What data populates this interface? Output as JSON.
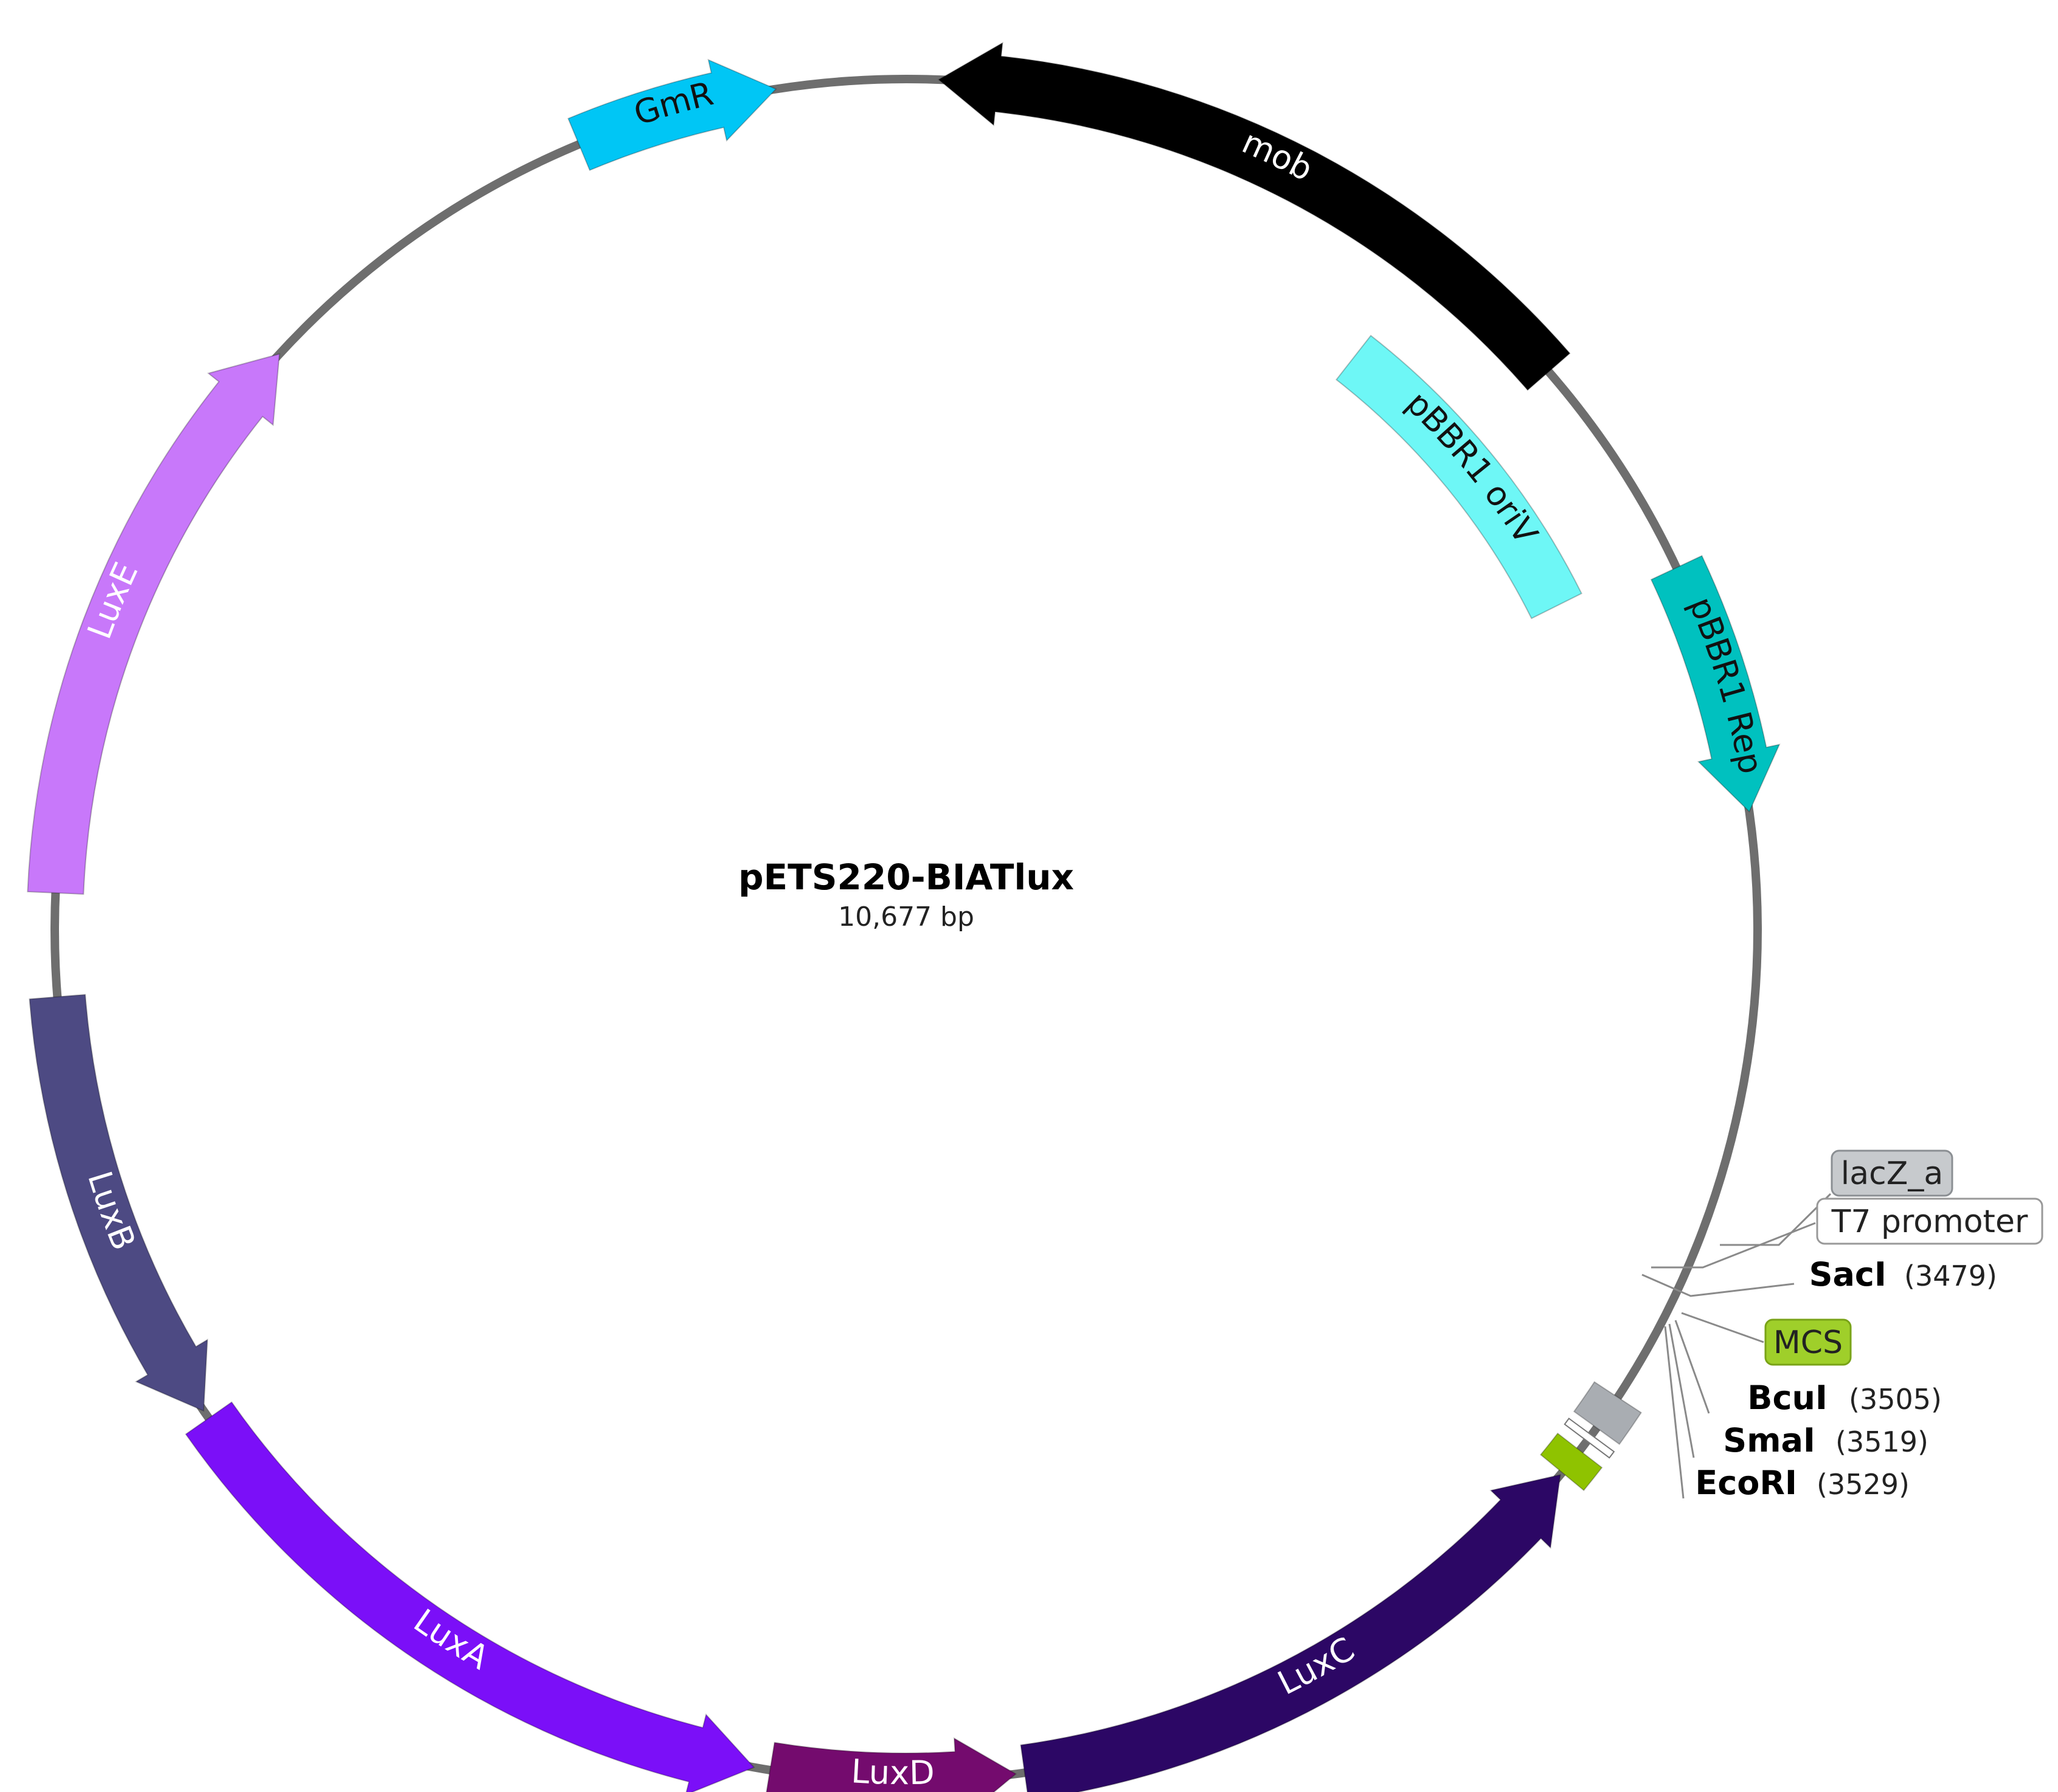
{
  "plasmid": {
    "name": "pETS220-BIATlux",
    "size_label": "10,677 bp",
    "backbone_color": "#6e6e6e"
  },
  "features": [
    {
      "id": "gmr",
      "label": "GmR",
      "direction": "forward",
      "color": "#00c6f5",
      "text_color": "#111111"
    },
    {
      "id": "mob",
      "label": "mob",
      "direction": "reverse",
      "color": "#000000",
      "text_color": "#ffffff"
    },
    {
      "id": "oriv",
      "label": "pBBR1 oriV",
      "direction": "none",
      "color": "#6ef7f6",
      "text_color": "#111111"
    },
    {
      "id": "rep",
      "label": "pBBR1 Rep",
      "direction": "forward",
      "color": "#00c1bf",
      "text_color": "#111111"
    },
    {
      "id": "lacz",
      "label": "",
      "direction": "none",
      "color": "#a9adb2",
      "text_color": "#111111"
    },
    {
      "id": "mcs",
      "label": "",
      "direction": "none",
      "color": "#8fc300",
      "text_color": "#111111"
    },
    {
      "id": "luxc",
      "label": "LuxC",
      "direction": "reverse",
      "color": "#2c0765",
      "text_color": "#ffffff"
    },
    {
      "id": "luxd",
      "label": "LuxD",
      "direction": "reverse",
      "color": "#740b6e",
      "text_color": "#ffffff"
    },
    {
      "id": "luxa",
      "label": "LuxA",
      "direction": "reverse",
      "color": "#7b0ff8",
      "text_color": "#ffffff"
    },
    {
      "id": "luxb",
      "label": "LuxB",
      "direction": "reverse",
      "color": "#4d4a83",
      "text_color": "#ffffff"
    },
    {
      "id": "luxe",
      "label": "LuxE",
      "direction": "forward",
      "color": "#c878fa",
      "text_color": "#ffffff"
    }
  ],
  "callouts": {
    "lacz": {
      "text": "lacZ_a",
      "fill": "#c7cacd",
      "stroke": "#8b8f93"
    },
    "t7": {
      "text": "T7 promoter",
      "fill": "#ffffff",
      "stroke": "#999999"
    },
    "mcs": {
      "text": "MCS",
      "fill": "#9fcf2a",
      "stroke": "#79a317"
    }
  },
  "sites": [
    {
      "id": "saci",
      "name": "SacI",
      "position": "(3479)"
    },
    {
      "id": "bcui",
      "name": "BcuI",
      "position": "(3505)"
    },
    {
      "id": "smai",
      "name": "SmaI",
      "position": "(3519)"
    },
    {
      "id": "ecori",
      "name": "EcoRI",
      "position": "(3529)"
    }
  ]
}
